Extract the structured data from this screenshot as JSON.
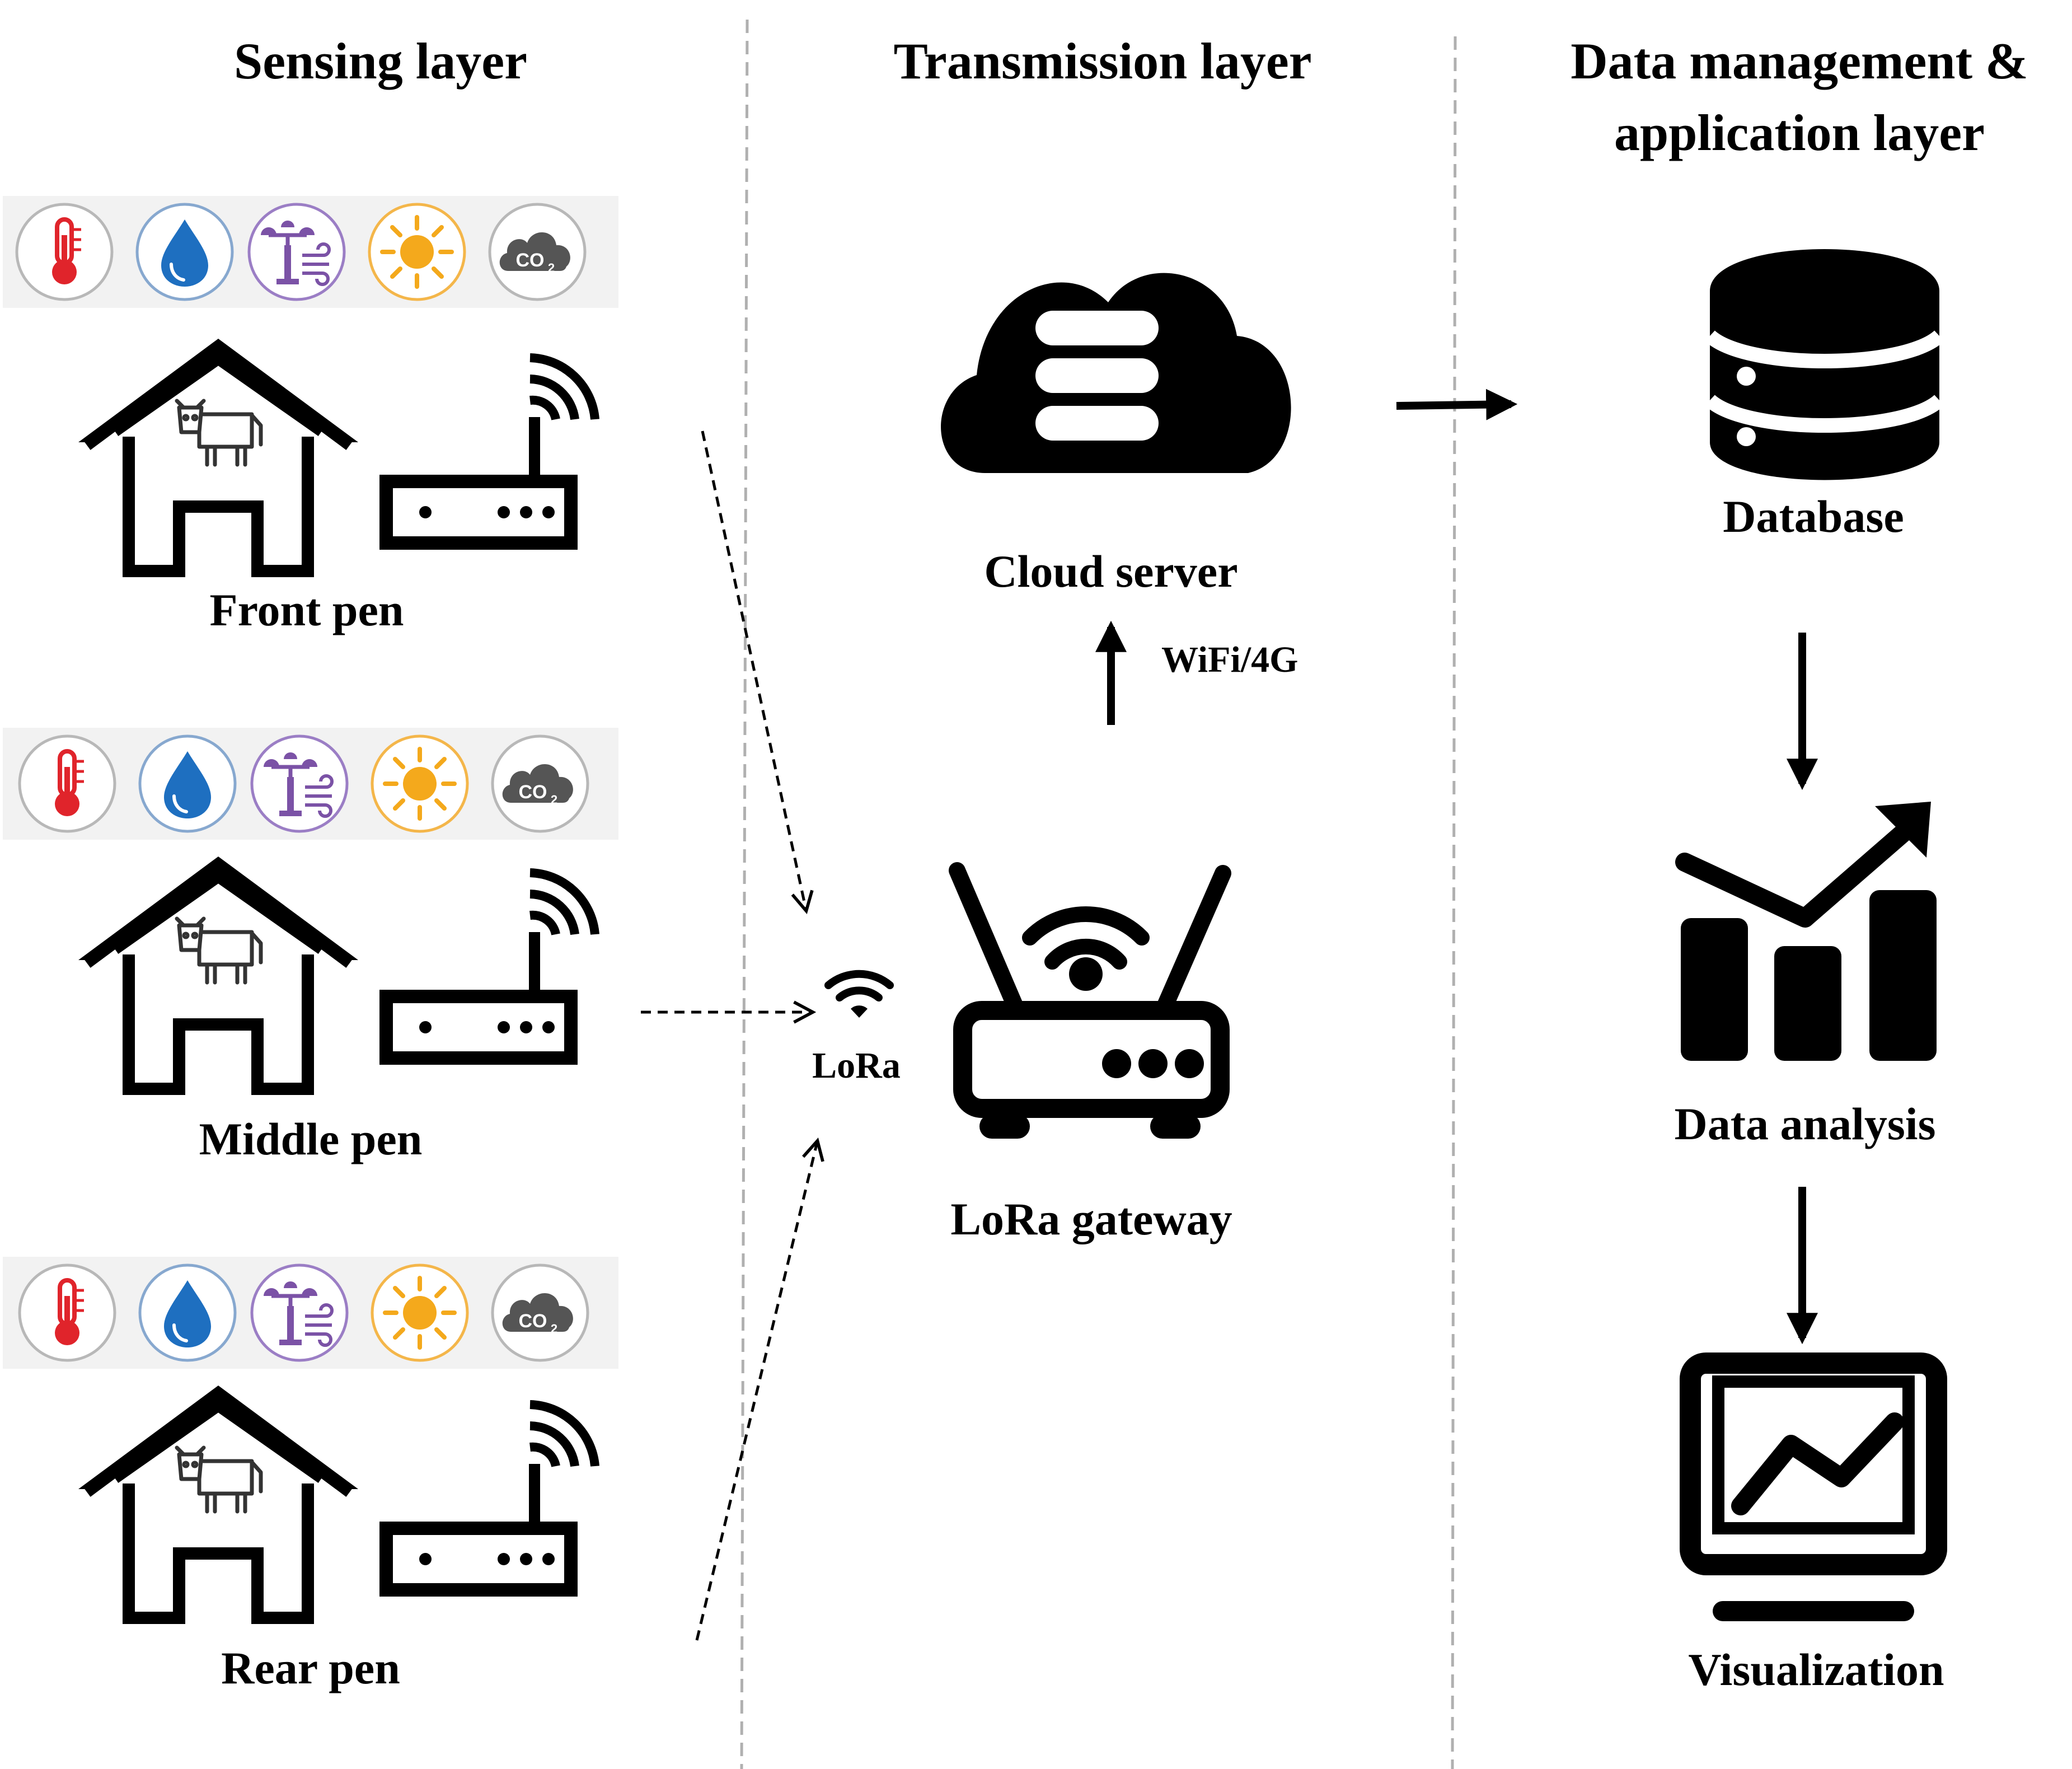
{
  "layers": {
    "sensing": "Sensing layer",
    "transmission": "Transmission layer",
    "data_line1": "Data management &",
    "data_line2": "application layer"
  },
  "pens": [
    {
      "label": "Front pen"
    },
    {
      "label": "Middle pen"
    },
    {
      "label": "Rear pen"
    }
  ],
  "sensor_icons": [
    "thermometer-icon",
    "water-drop-icon",
    "anemometer-icon",
    "sun-icon",
    "co2-cloud-icon"
  ],
  "co2_text": "CO",
  "co2_sub": "2",
  "lora_label": "LoRa",
  "gateway_label": "LoRa gateway",
  "cloud_label": "Cloud server",
  "uplink_label": "WiFi/4G",
  "database_label": "Database",
  "analysis_label": "Data analysis",
  "visualization_label": "Visualization",
  "colors": {
    "thermometer": "#e0242b",
    "drop": "#1e6fc0",
    "anemometer": "#7b52a6",
    "sun": "#f4a91c",
    "co2_cloud": "#555555",
    "divider": "#b0b0b0"
  }
}
